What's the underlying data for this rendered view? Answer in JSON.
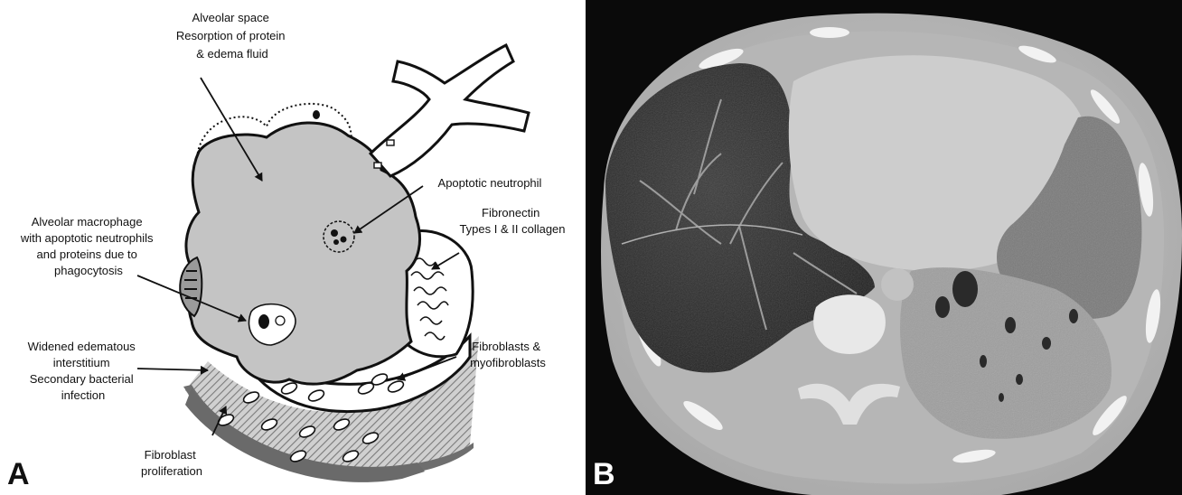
{
  "panel_a": {
    "letter": "A",
    "labels": {
      "alveolar_space": [
        "Alveolar space",
        "Resorption of protein",
        "& edema fluid"
      ],
      "apoptotic_neutrophil": [
        "Apoptotic neutrophil"
      ],
      "macrophage": [
        "Alveolar macrophage",
        "with apoptotic neutrophils",
        "and proteins due to",
        "phagocytosis"
      ],
      "fibronectin": [
        "Fibronectin",
        "Types I & II collagen"
      ],
      "interstitium": [
        "Widened edematous",
        "interstitium",
        "Secondary bacterial",
        "infection"
      ],
      "fibroblasts": [
        "Fibroblasts &",
        "myofibroblasts"
      ],
      "proliferation": [
        "Fibroblast",
        "proliferation"
      ]
    }
  },
  "panel_b": {
    "letter": "B"
  },
  "colors": {
    "alveolus_fill": "#c4c4c4",
    "outline": "#111111",
    "ct_background": "#0a0a0a",
    "lung_dark": "#2c2c2c",
    "soft_tissue": "#bdbdbd",
    "letter_b": "#ffffff"
  }
}
